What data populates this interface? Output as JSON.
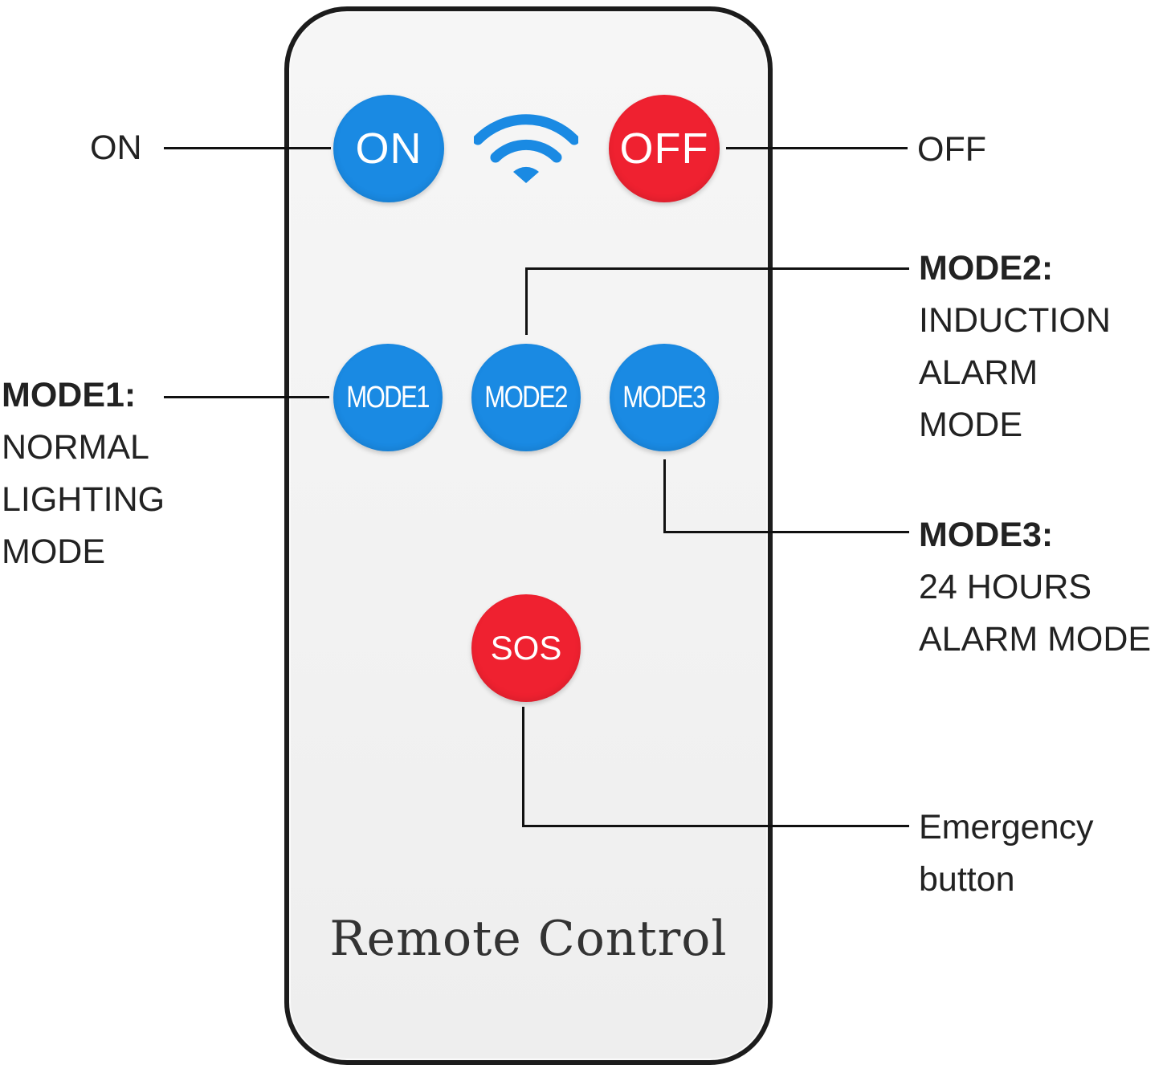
{
  "remote": {
    "title": "Remote Control",
    "buttons": {
      "on": "ON",
      "off": "OFF",
      "mode1": "MODE1",
      "mode2": "MODE2",
      "mode3": "MODE3",
      "sos": "SOS"
    },
    "icons": {
      "signal": "wifi-icon"
    }
  },
  "labels": {
    "on": "ON",
    "off": "OFF",
    "mode1": {
      "heading": "MODE1:",
      "lines": [
        "NORMAL",
        "LIGHTING",
        "MODE"
      ]
    },
    "mode2": {
      "heading": "MODE2:",
      "lines": [
        "INDUCTION",
        "ALARM",
        "MODE"
      ]
    },
    "mode3": {
      "heading": "MODE3:",
      "lines": [
        "24 HOURS",
        "ALARM MODE"
      ]
    },
    "sos": {
      "lines": [
        "Emergency",
        "button"
      ]
    }
  },
  "colors": {
    "blue": "#1a8ae3",
    "red": "#ef2130",
    "outline": "#1c1c1c"
  }
}
